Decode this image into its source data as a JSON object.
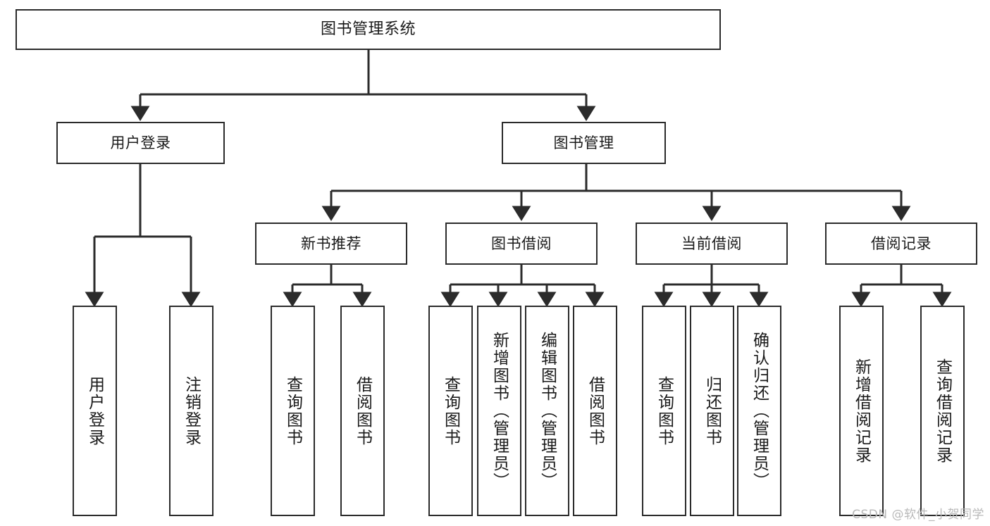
{
  "diagram": {
    "title": "图书管理系统",
    "type": "function-hierarchy-tree",
    "stroke_color": "#2b2b2b",
    "fill_color": "#ffffff",
    "text_color": "#1a1a1a",
    "watermark": "CSDN @软件_小贺同学",
    "nodes": {
      "root": {
        "label": "图书管理系统",
        "level": 0
      },
      "l1": [
        {
          "id": "user-login",
          "label": "用户登录",
          "level": 1
        },
        {
          "id": "book-manage",
          "label": "图书管理",
          "level": 1
        }
      ],
      "l2": [
        {
          "id": "new-book-recommend",
          "label": "新书推荐",
          "level": 2,
          "parent": "book-manage"
        },
        {
          "id": "book-borrow",
          "label": "图书借阅",
          "level": 2,
          "parent": "book-manage"
        },
        {
          "id": "current-borrow",
          "label": "当前借阅",
          "level": 2,
          "parent": "book-manage"
        },
        {
          "id": "borrow-record",
          "label": "借阅记录",
          "level": 2,
          "parent": "book-manage"
        }
      ],
      "leaves": [
        {
          "id": "leaf-user-login",
          "label": "用户登录",
          "parent": "user-login"
        },
        {
          "id": "leaf-user-logout",
          "label": "注销登录",
          "parent": "user-login"
        },
        {
          "id": "leaf-query-book-rec",
          "label": "查询图书",
          "parent": "new-book-recommend"
        },
        {
          "id": "leaf-borrow-book-rec",
          "label": "借阅图书",
          "parent": "new-book-recommend"
        },
        {
          "id": "leaf-query-book-borrow",
          "label": "查询图书",
          "parent": "book-borrow"
        },
        {
          "id": "leaf-add-book",
          "label": "新增图书（管理员）",
          "parent": "book-borrow"
        },
        {
          "id": "leaf-edit-book",
          "label": "编辑图书（管理员）",
          "parent": "book-borrow"
        },
        {
          "id": "leaf-borrow-book",
          "label": "借阅图书",
          "parent": "book-borrow"
        },
        {
          "id": "leaf-query-book-cur",
          "label": "查询图书",
          "parent": "current-borrow"
        },
        {
          "id": "leaf-return-book",
          "label": "归还图书",
          "parent": "current-borrow"
        },
        {
          "id": "leaf-confirm-return",
          "label": "确认归还（管理员）",
          "parent": "current-borrow"
        },
        {
          "id": "leaf-add-record",
          "label": "新增借阅记录",
          "parent": "borrow-record"
        },
        {
          "id": "leaf-query-record",
          "label": "查询借阅记录",
          "parent": "borrow-record"
        }
      ]
    }
  }
}
